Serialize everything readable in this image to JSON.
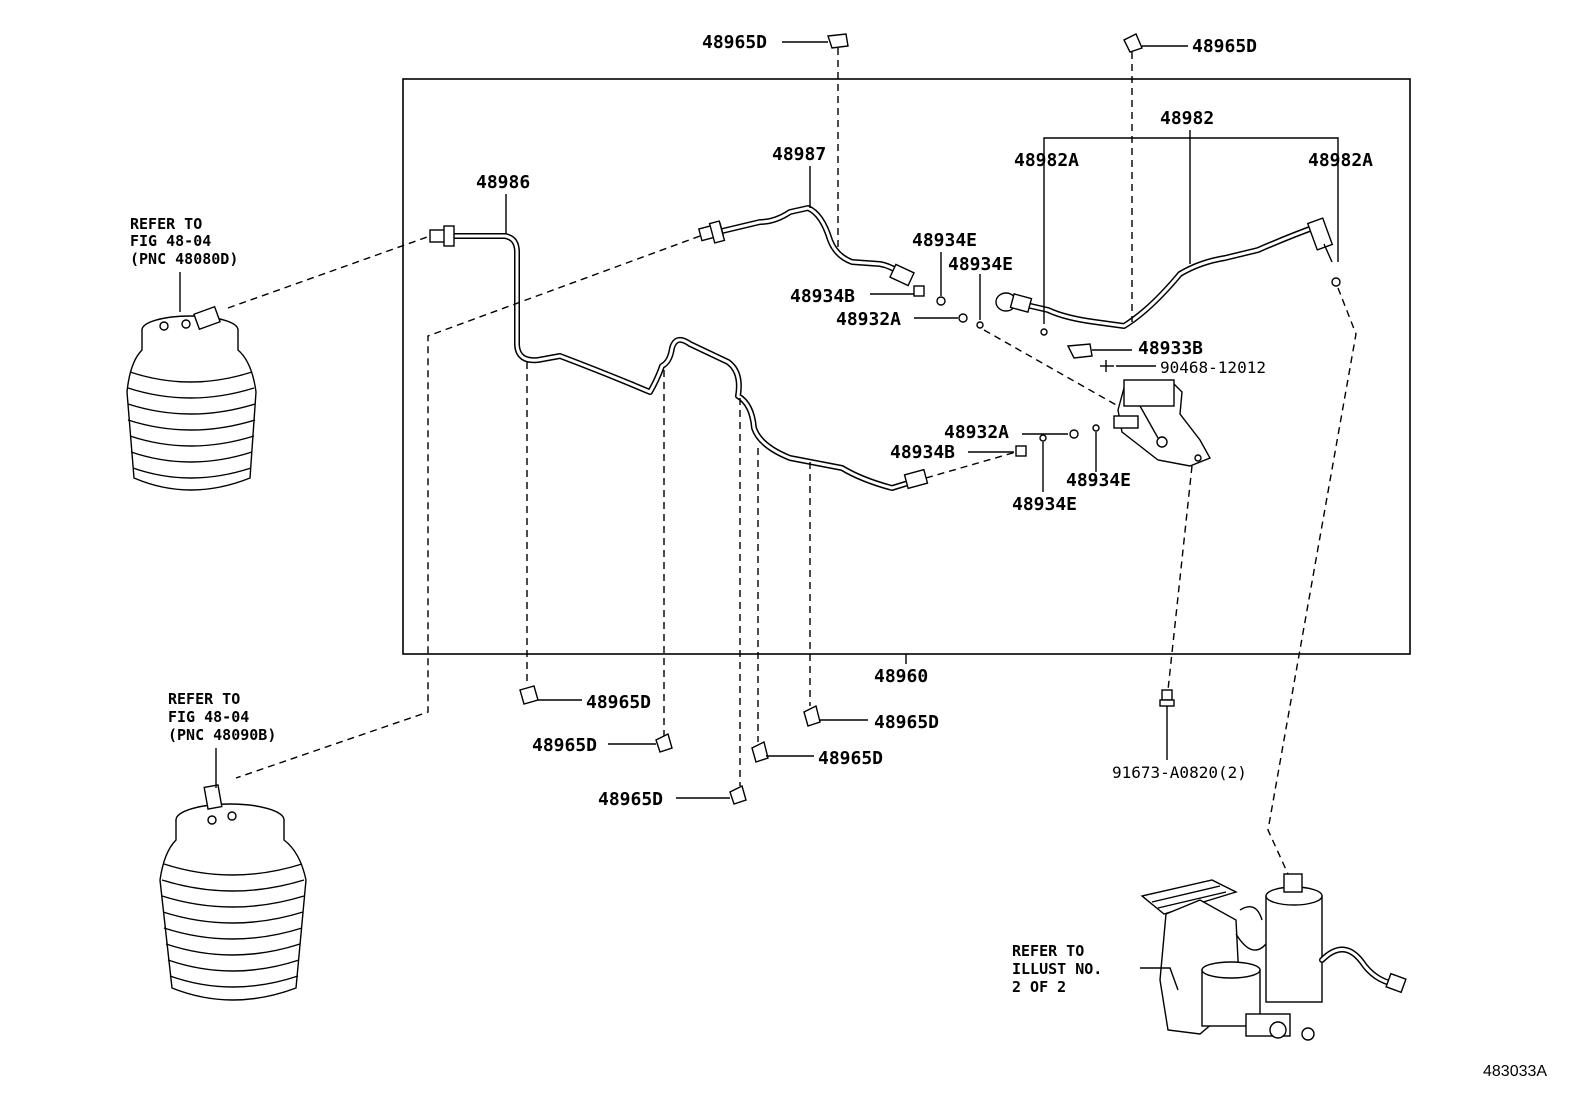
{
  "labels": {
    "p48965d_top_left": "48965D",
    "p48965d_top_right": "48965D",
    "p48982": "48982",
    "p48982a_left": "48982A",
    "p48982a_right": "48982A",
    "p48987": "48987",
    "p48986": "48986",
    "p48934e_a": "48934E",
    "p48934e_b": "48934E",
    "p48934b_upper": "48934B",
    "p48932a_upper": "48932A",
    "p48933b": "48933B",
    "p90468": "90468-12012",
    "p48932a_lower": "48932A",
    "p48934b_lower": "48934B",
    "p48934e_c": "48934E",
    "p48934e_d": "48934E",
    "p48960": "48960",
    "p48965d_b1": "48965D",
    "p48965d_b2": "48965D",
    "p48965d_b3": "48965D",
    "p48965d_b4": "48965D",
    "p48965d_b5": "48965D",
    "p91673": "91673-A0820(2)"
  },
  "notes": {
    "upper_ref": [
      "REFER TO",
      "FIG 48-04",
      "(PNC 48080D)"
    ],
    "lower_ref": [
      "REFER TO",
      "FIG 48-04",
      "(PNC 48090B)"
    ],
    "illust_ref": [
      "REFER TO",
      "ILLUST NO.",
      "2 OF 2"
    ]
  },
  "figure_code": "483033A",
  "icons": [
    "air-spring-bellows-icon",
    "height-control-valve-icon",
    "compressor-assembly-icon",
    "pipe-clamp-icon",
    "o-ring-icon"
  ]
}
